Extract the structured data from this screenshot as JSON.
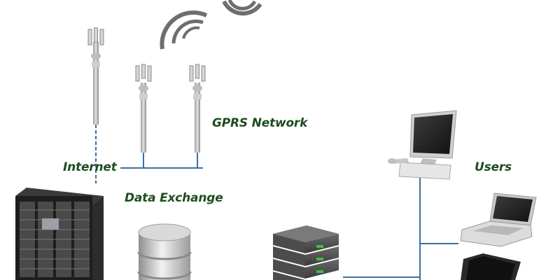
{
  "labels": {
    "gprs": "GPRS Network",
    "internet": "Internet",
    "users": "Users",
    "data_exchange": "Data Exchange"
  },
  "colors": {
    "label": "#1f4d1f",
    "line": "#3a6f9e",
    "signal": "#6e6e6e",
    "led": "#36c43a"
  },
  "icons": {
    "antennas": "cell-tower-icon",
    "signal": "wireless-signal-icon",
    "rack": "server-rack-icon",
    "database": "database-icon",
    "server": "server-stack-icon",
    "desktop": "desktop-computer-icon",
    "laptop": "laptop-icon",
    "tablet": "tablet-icon"
  }
}
